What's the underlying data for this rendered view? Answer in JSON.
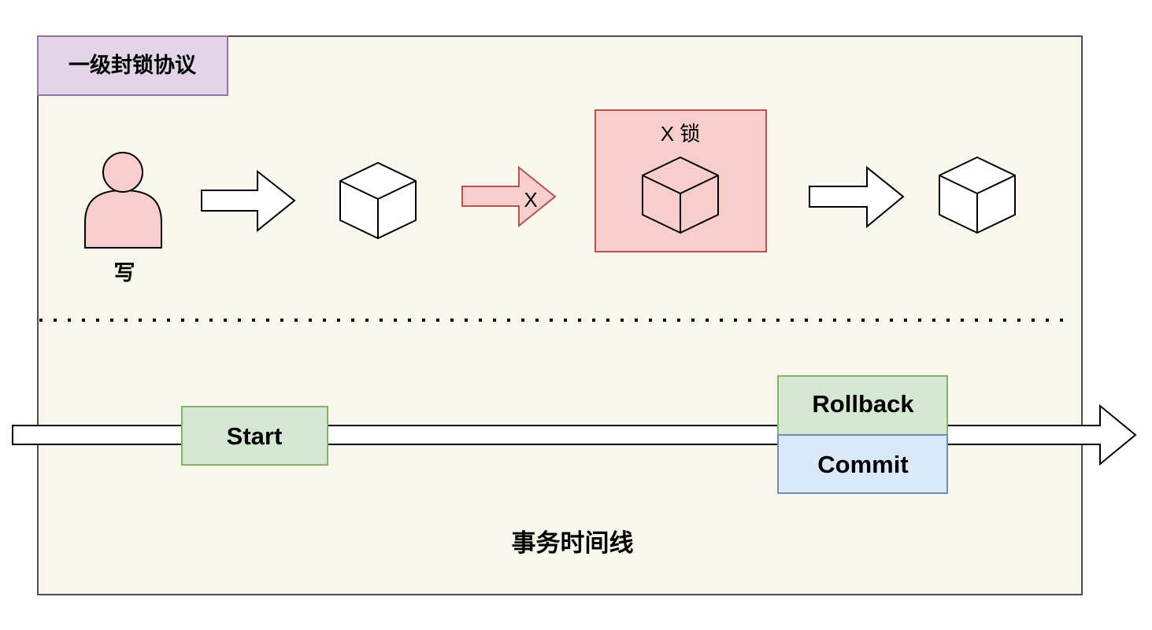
{
  "diagram": {
    "title": "一级封锁协议",
    "actor_label": "写",
    "lock_arrow_label": "X",
    "lock_box_label": "X 锁",
    "timeline": {
      "start_label": "Start",
      "rollback_label": "Rollback",
      "commit_label": "Commit",
      "caption": "事务时间线"
    }
  },
  "colors": {
    "panel_fill": "#f9f7ed",
    "panel_stroke": "#4d4d4d",
    "title_fill": "#e1d5e7",
    "title_stroke": "#9673a6",
    "red_fill": "#f8cecc",
    "red_stroke": "#b85450",
    "green_fill": "#d5e8d4",
    "green_stroke": "#82b366",
    "blue_fill": "#dae8fc",
    "blue_stroke": "#6c8ebf"
  }
}
